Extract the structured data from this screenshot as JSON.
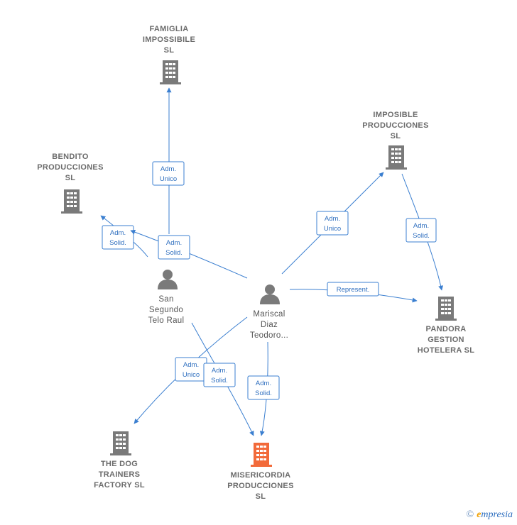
{
  "colors": {
    "edge": "#3b7fd0",
    "company": "#7a7a7a",
    "focus_company": "#f26a3a",
    "person": "#7a7a7a"
  },
  "nodes": [
    {
      "id": "famiglia",
      "type": "company",
      "lines": [
        "FAMIGLIA",
        "IMPOSSIBILE",
        "SL"
      ]
    },
    {
      "id": "bendito",
      "type": "company",
      "lines": [
        "BENDITO",
        "PRODUCCIONES",
        "SL"
      ]
    },
    {
      "id": "imposible",
      "type": "company",
      "lines": [
        "IMPOSIBLE",
        "PRODUCCIONES",
        "SL"
      ]
    },
    {
      "id": "pandora",
      "type": "company",
      "lines": [
        "PANDORA",
        "GESTION",
        "HOTELERA  SL"
      ]
    },
    {
      "id": "thedog",
      "type": "company",
      "lines": [
        "THE DOG",
        "TRAINERS",
        "FACTORY  SL"
      ]
    },
    {
      "id": "misericordia",
      "type": "focus",
      "lines": [
        "MISERICORDIA",
        "PRODUCCIONES",
        "SL"
      ]
    },
    {
      "id": "san",
      "type": "person",
      "lines": [
        "San",
        "Segundo",
        "Telo Raul"
      ]
    },
    {
      "id": "mariscal",
      "type": "person",
      "lines": [
        "Mariscal",
        "Diaz",
        "Teodoro..."
      ]
    }
  ],
  "edges": [
    {
      "id": "san-famiglia",
      "lines": [
        "Adm.",
        "Unico"
      ]
    },
    {
      "id": "san-bendito",
      "lines": [
        "Adm.",
        "Solid."
      ]
    },
    {
      "id": "mariscal-bendito",
      "lines": [
        "Adm.",
        "Solid."
      ]
    },
    {
      "id": "mariscal-imposible",
      "lines": [
        "Adm.",
        "Unico"
      ]
    },
    {
      "id": "imposible-pandora",
      "lines": [
        "Adm.",
        "Solid."
      ]
    },
    {
      "id": "mariscal-pandora",
      "lines": [
        "Represent."
      ]
    },
    {
      "id": "mariscal-thedog",
      "lines": [
        "Adm.",
        "Unico"
      ]
    },
    {
      "id": "san-misericordia",
      "lines": [
        "Adm.",
        "Solid."
      ]
    },
    {
      "id": "mariscal-misericordia",
      "lines": [
        "Adm.",
        "Solid."
      ]
    }
  ],
  "footer": {
    "copyright": "©",
    "brand_initial": "e",
    "brand_rest": "mpresia"
  }
}
